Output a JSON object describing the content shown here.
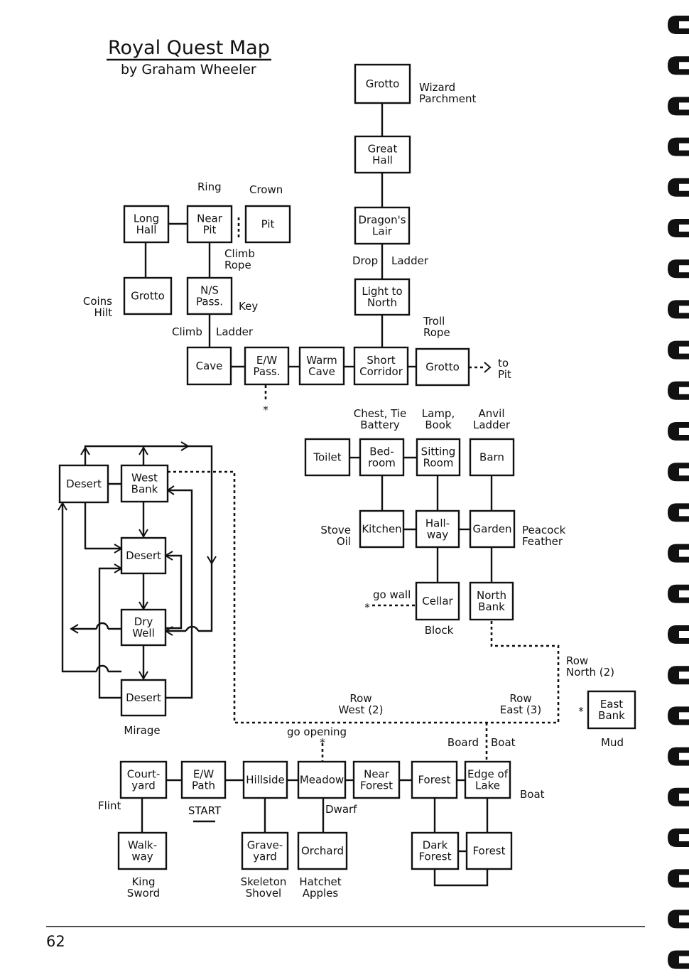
{
  "title": "Royal Quest Map",
  "subtitle": "by Graham Wheeler",
  "page_number": "62",
  "rooms": {
    "grotto_top": [
      "Grotto"
    ],
    "great_hall": [
      "Great",
      "Hall"
    ],
    "dragons_lair": [
      "Dragon's",
      "Lair"
    ],
    "light_north": [
      "Light to",
      "North"
    ],
    "long_hall": [
      "Long",
      "Hall"
    ],
    "near_pit": [
      "Near",
      "Pit"
    ],
    "pit": [
      "Pit"
    ],
    "grotto_left": [
      "Grotto"
    ],
    "ns_pass": [
      "N/S",
      "Pass."
    ],
    "cave": [
      "Cave"
    ],
    "ew_pass": [
      "E/W",
      "Pass."
    ],
    "warm_cave": [
      "Warm",
      "Cave"
    ],
    "short_corridor": [
      "Short",
      "Corridor"
    ],
    "grotto_right": [
      "Grotto"
    ],
    "toilet": [
      "Toilet"
    ],
    "bedroom": [
      "Bed-",
      "room"
    ],
    "sitting_room": [
      "Sitting",
      "Room"
    ],
    "barn": [
      "Barn"
    ],
    "kitchen": [
      "Kitchen"
    ],
    "hallway": [
      "Hall-",
      "way"
    ],
    "garden": [
      "Garden"
    ],
    "cellar": [
      "Cellar"
    ],
    "north_bank": [
      "North",
      "Bank"
    ],
    "desert_1": [
      "Desert"
    ],
    "west_bank": [
      "West",
      "Bank"
    ],
    "desert_2": [
      "Desert"
    ],
    "dry_well": [
      "Dry",
      "Well"
    ],
    "desert_3": [
      "Desert"
    ],
    "east_bank": [
      "East",
      "Bank"
    ],
    "courtyard": [
      "Court-",
      "yard"
    ],
    "ew_path": [
      "E/W",
      "Path"
    ],
    "hillside": [
      "Hillside"
    ],
    "meadow": [
      "Meadow"
    ],
    "near_forest": [
      "Near",
      "Forest"
    ],
    "forest_1": [
      "Forest"
    ],
    "edge_of_lake": [
      "Edge of",
      "Lake"
    ],
    "walkway": [
      "Walk-",
      "way"
    ],
    "graveyard": [
      "Grave-",
      "yard"
    ],
    "orchard": [
      "Orchard"
    ],
    "dark_forest": [
      "Dark",
      "Forest"
    ],
    "forest_2": [
      "Forest"
    ]
  },
  "labels": {
    "wizard": [
      "Wizard",
      "Parchment"
    ],
    "ring": [
      "Ring"
    ],
    "crown": [
      "Crown"
    ],
    "climb_rope": [
      "Climb",
      "Rope"
    ],
    "drop": [
      "Drop"
    ],
    "ladder_dl": [
      "Ladder"
    ],
    "coins": [
      "Coins",
      "Hilt"
    ],
    "key": [
      "Key"
    ],
    "climb": [
      "Climb"
    ],
    "ladder_ns": [
      "Ladder"
    ],
    "troll": [
      "Troll",
      "Rope"
    ],
    "to_pit": [
      "to",
      "Pit"
    ],
    "star_ew": [
      "*"
    ],
    "chest": [
      "Chest, Tie",
      "Battery"
    ],
    "lamp": [
      "Lamp,",
      "Book"
    ],
    "anvil": [
      "Anvil",
      "Ladder"
    ],
    "stove": [
      "Stove",
      "Oil"
    ],
    "peacock": [
      "Peacock",
      "Feather"
    ],
    "go_wall": [
      "go wall"
    ],
    "star_cellar": [
      "*"
    ],
    "block": [
      "Block"
    ],
    "row_north": [
      "Row",
      "North (2)"
    ],
    "star_east": [
      "*"
    ],
    "mud": [
      "Mud"
    ],
    "row_west": [
      "Row",
      "West (2)"
    ],
    "row_east": [
      "Row",
      "East (3)"
    ],
    "mirage": [
      "Mirage"
    ],
    "go_opening": [
      "go opening"
    ],
    "star_meadow": [
      "*"
    ],
    "board": [
      "Board"
    ],
    "boat_top": [
      "Boat"
    ],
    "boat_right": [
      "Boat"
    ],
    "flint": [
      "Flint"
    ],
    "start": [
      "START"
    ],
    "dwarf": [
      "Dwarf"
    ],
    "king": [
      "King",
      "Sword"
    ],
    "skeleton": [
      "Skeleton",
      "Shovel"
    ],
    "hatchet": [
      "Hatchet",
      "Apples"
    ]
  }
}
